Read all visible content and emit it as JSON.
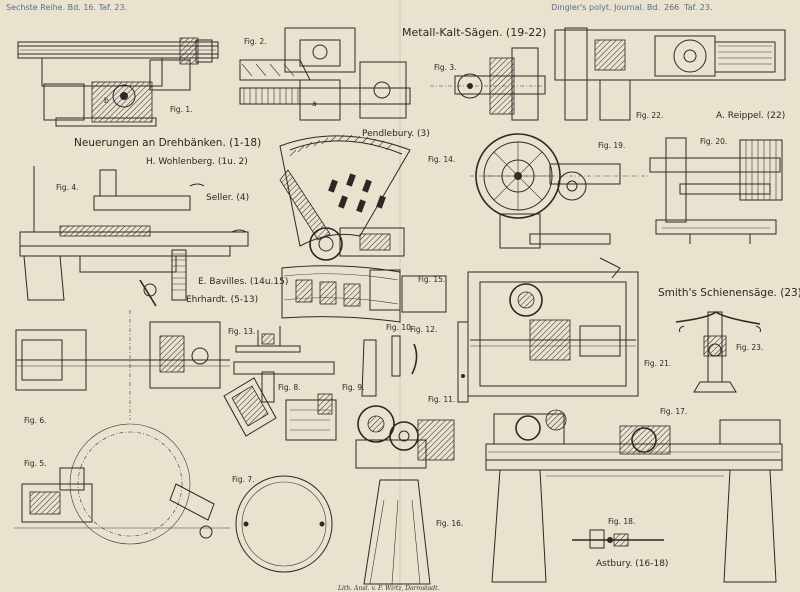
{
  "header": {
    "left": "Sechste Reihe. Bd. 16. Taf. 23.",
    "right_prefix": "Dingler's polyt. Journal. Bd.",
    "right_volume": "266",
    "right_suffix": "Taf. 23."
  },
  "titles": {
    "drehbaenke": "Neuerungen an Drehbänken. (1-18)",
    "metall": "Metall-Kalt-Sägen. (19-22)",
    "smith": "Smith's Schienensäge. (23)"
  },
  "names": {
    "wohlenberg": "H. Wohlenberg. (1u. 2)",
    "seller": "Seller. (4)",
    "bavilles": "E. Bavilles. (14u.15)",
    "ehrhardt": "Ehrhardt. (5-13)",
    "pendlebury": "Pendlebury. (3)",
    "reippel": "A. Reippel. (22)",
    "astbury": "Astbury. (16-18)"
  },
  "figures": {
    "f1": "Fig. 1.",
    "f2": "Fig. 2.",
    "f3": "Fig. 3.",
    "f4": "Fig. 4.",
    "f5": "Fig. 5.",
    "f6": "Fig. 6.",
    "f7": "Fig. 7.",
    "f8": "Fig. 8.",
    "f9": "Fig. 9.",
    "f10": "Fig. 10.",
    "f11": "Fig. 11.",
    "f12": "Fig. 12.",
    "f13": "Fig. 13.",
    "f14": "Fig. 14.",
    "f15": "Fig. 15.",
    "f16": "Fig. 16.",
    "f17": "Fig. 17.",
    "f18": "Fig. 18.",
    "f19": "Fig. 19.",
    "f20": "Fig. 20.",
    "f21": "Fig. 21.",
    "f22": "Fig. 22.",
    "f23": "Fig. 23."
  },
  "imprint": "Lith. Anst. v. F. Wirtz, Darmstadt.",
  "letters": {
    "a": "a",
    "b": "b"
  },
  "colors": {
    "paper": "#e9e2cf",
    "ink": "#2b2926",
    "header": "#5a6e8a"
  }
}
